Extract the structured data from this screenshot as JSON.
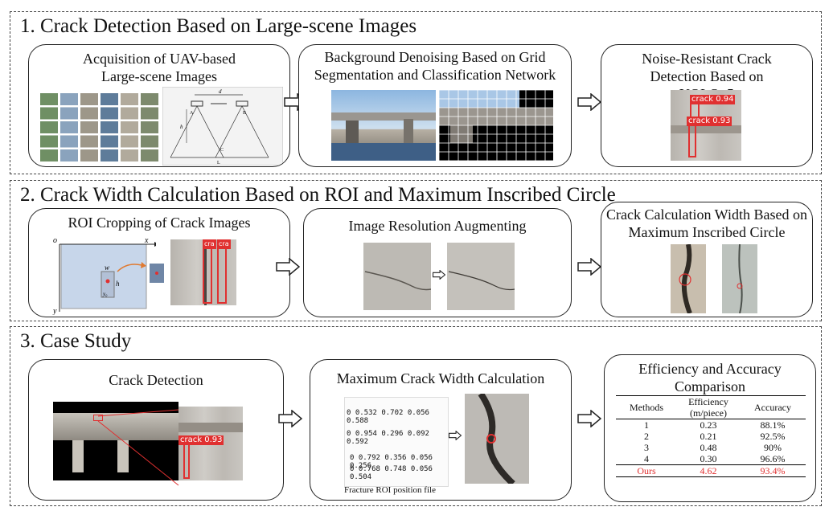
{
  "sections": [
    {
      "title": "1. Crack Detection Based on Large-scene Images"
    },
    {
      "title": "2. Crack Width Calculation Based on ROI and Maximum Inscribed Circle"
    },
    {
      "title": "3. Case Study"
    }
  ],
  "s1": {
    "card1_title": "Acquisition of UAV-based Large-scene Images",
    "card2_title": "Background Denoising Based on Grid Segmentation and Classification Network",
    "card3_title": "Noise-Resistant Crack Detection  Based on YOLOv5",
    "diagram_labels": {
      "d": "d",
      "h": "h",
      "a": "A",
      "b": "B",
      "l": "L",
      "c": "C"
    },
    "detections": [
      {
        "label": "crack",
        "score": "0.94"
      },
      {
        "label": "crack",
        "score": "0.93"
      }
    ]
  },
  "s2": {
    "card1_title": "ROI Cropping of Crack Images",
    "card2_title": "Image Resolution Augmenting",
    "card3_title": "Crack Calculation Width Based on Maximum Inscribed Circle",
    "axes": {
      "origin": "o",
      "x": "x",
      "y": "y",
      "w": "w",
      "h": "h",
      "y0": "y₀"
    },
    "roi_labels": [
      "cra",
      "cra"
    ]
  },
  "s3": {
    "card1_title": "Crack Detection",
    "card2_title": "Maximum Crack Width Calculation",
    "card3_title": "Efficiency and Accuracy Comparison",
    "detection": {
      "label": "crack",
      "score": "0.93"
    },
    "roi_lines": [
      "0 0.532 0.702 0.056 0.588",
      "0 0.954 0.296 0.092 0.592",
      "0 0.792 0.356 0.056 0.256",
      "0 0.768 0.748 0.056 0.504"
    ],
    "roi_caption": "Fracture ROI position file",
    "table": {
      "headers": [
        "Methods",
        "Efficiency (m/piece)",
        "Accuracy"
      ],
      "rows": [
        [
          "1",
          "0.23",
          "88.1%"
        ],
        [
          "2",
          "0.21",
          "92.5%"
        ],
        [
          "3",
          "0.48",
          "90%"
        ],
        [
          "4",
          "0.30",
          "96.6%"
        ]
      ],
      "ours": [
        "Ours",
        "4.62",
        "93.4%"
      ],
      "ours_color": "#e03030"
    }
  },
  "colors": {
    "detection": "#e03030",
    "roi_blue": "#c7d6ea"
  }
}
